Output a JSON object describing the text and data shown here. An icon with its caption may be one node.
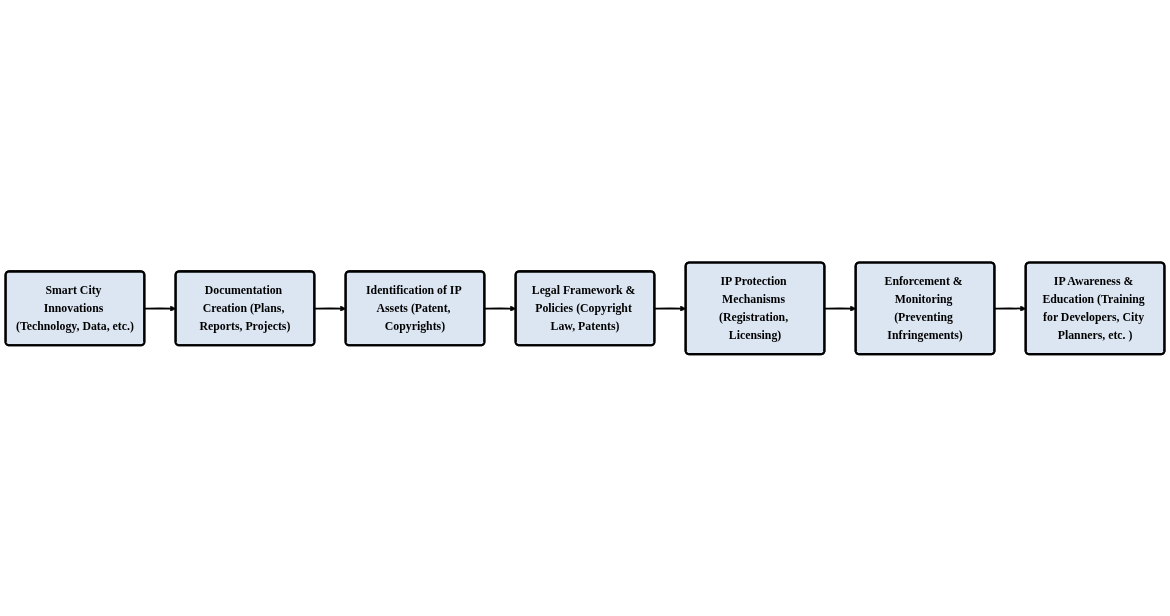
{
  "diagram": {
    "nodes": [
      {
        "text": [
          "Smart City Innovations (Technology, Data, etc.)"
        ]
      },
      {
        "text": [
          "Documentation Creation (Plans, Reports, Projects)"
        ]
      },
      {
        "text": [
          "Identification of IP Assets (Patent, Copyrights)"
        ]
      },
      {
        "text": [
          "Legal Framework & Policies (Copyright Law, Patents)"
        ]
      },
      {
        "text": [
          "IP Protection Mechanisms (Registration, Licensing)"
        ]
      },
      {
        "text": [
          "Enforcement & Monitoring (Preventing Infringements)"
        ]
      },
      {
        "text": [
          "IP Awareness & Education (Training for Developers, City Planners, etc. )"
        ]
      }
    ],
    "edges": [
      {
        "from": 0,
        "to": 1,
        "arrow": "to"
      },
      {
        "from": 1,
        "to": 2,
        "arrow": "to"
      },
      {
        "from": 2,
        "to": 3,
        "arrow": "to"
      },
      {
        "from": 3,
        "to": 4,
        "arrow": "to"
      },
      {
        "from": 4,
        "to": 5,
        "arrow": "to"
      },
      {
        "from": 5,
        "to": 6,
        "arrow": "to"
      }
    ]
  }
}
